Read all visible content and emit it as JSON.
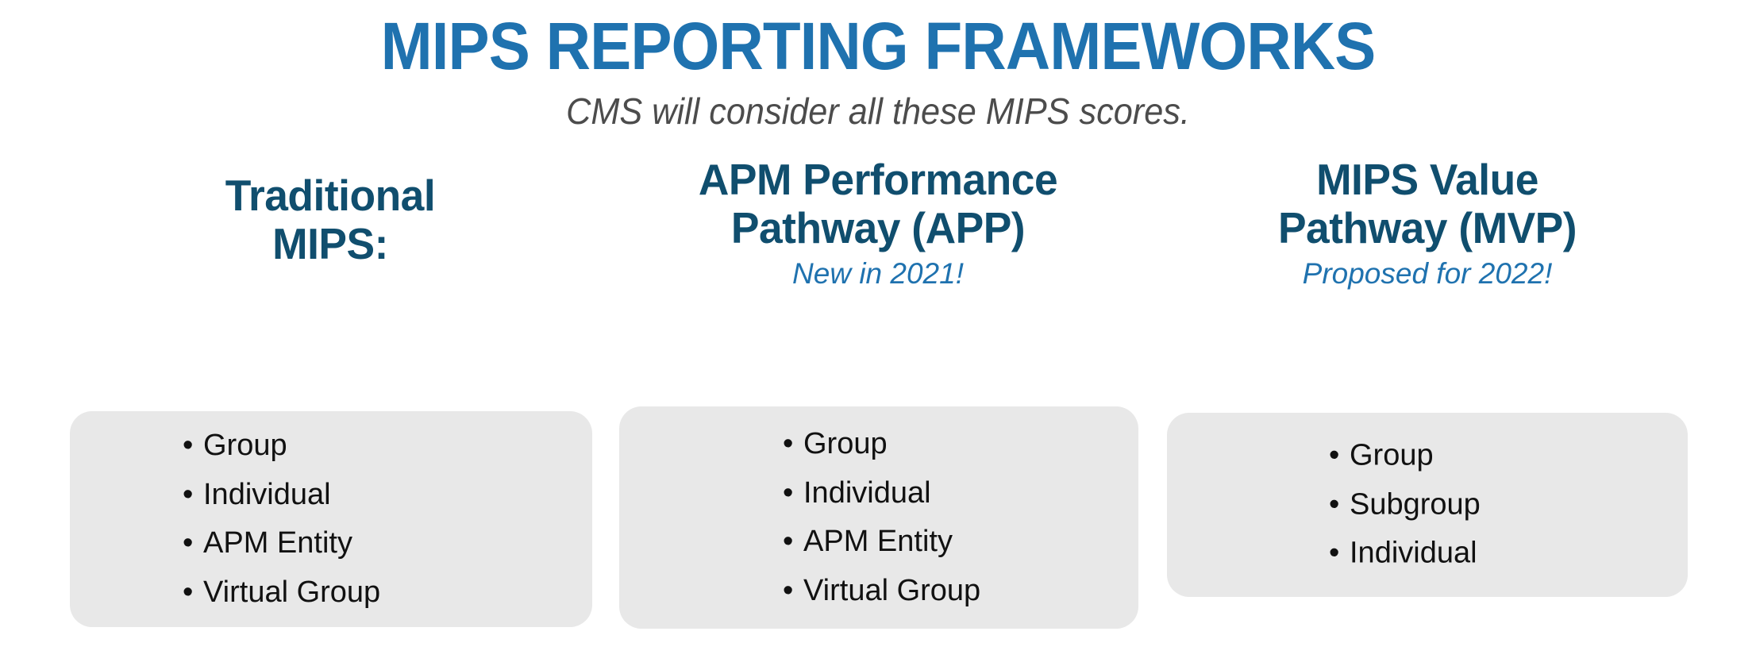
{
  "header": {
    "title": "MIPS REPORTING FRAMEWORKS",
    "subtitle": "CMS will consider all these MIPS scores."
  },
  "colors": {
    "title_blue": "#1F72AF",
    "heading_navy": "#104E6E",
    "note_blue": "#1F72AF",
    "subtitle_gray": "#4C4C4C",
    "card_gray": "#E8E8E8",
    "bullet_text": "#111111",
    "background": "#FFFFFF"
  },
  "columns": [
    {
      "heading": "Traditional MIPS:",
      "heading_lines": [
        "Traditional",
        "MIPS:"
      ],
      "note": "",
      "items": [
        "Group",
        "Individual",
        "APM Entity",
        "Virtual Group"
      ]
    },
    {
      "heading": "APM Performance Pathway (APP)",
      "heading_lines": [
        "APM Performance",
        "Pathway (APP)"
      ],
      "note": "New in 2021!",
      "items": [
        "Group",
        "Individual",
        "APM Entity",
        "Virtual Group"
      ]
    },
    {
      "heading": "MIPS Value Pathway (MVP)",
      "heading_lines": [
        "MIPS Value",
        "Pathway (MVP)"
      ],
      "note": "Proposed for 2022!",
      "items": [
        "Group",
        "Subgroup",
        "Individual"
      ]
    }
  ],
  "bullet_glyph": "•"
}
